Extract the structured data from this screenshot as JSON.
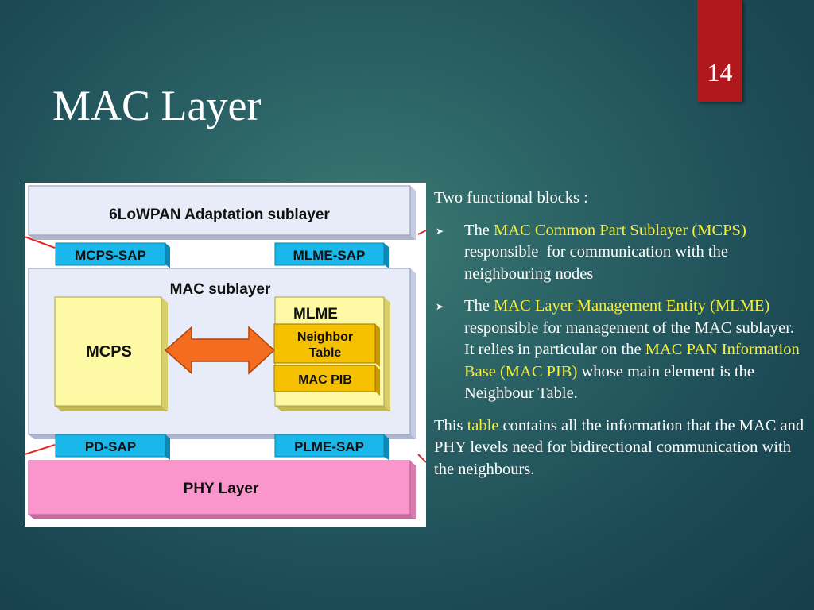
{
  "slide": {
    "number": "14",
    "title": "MAC Layer"
  },
  "diagram": {
    "adaptation_layer": "6LoWPAN Adaptation sublayer",
    "mcps_sap": "MCPS-SAP",
    "mlme_sap": "MLME-SAP",
    "mac_sublayer": "MAC sublayer",
    "mcps": "MCPS",
    "mlme": "MLME",
    "neighbor_table_line1": "Neighbor",
    "neighbor_table_line2": "Table",
    "mac_pib": "MAC PIB",
    "pd_sap": "PD-SAP",
    "plme_sap": "PLME-SAP",
    "phy_layer": "PHY Layer",
    "colors": {
      "box_fill": "#e8ecf8",
      "sap_fill": "#19b7ea",
      "block_fill": "#fdf9a5",
      "mlme_inner_fill": "#f5c000",
      "arrow_fill": "#f36c1f",
      "phy_fill": "#fb96cc",
      "link_red": "#e8262a"
    }
  },
  "content": {
    "intro": "Two functional blocks :",
    "bullet1": {
      "pre": "The ",
      "highlight": "MAC Common Part Sublayer (MCPS)",
      "post": "  responsible  for communication with the neighbouring nodes"
    },
    "bullet2": {
      "pre": "The ",
      "highlight1": "MAC Layer Management Entity (MLME)",
      "mid": " responsible for management of the MAC sublayer. It relies in particular on the ",
      "highlight2": "MAC PAN Information Base (MAC PIB)",
      "post": " whose main element is the Neighbour Table."
    },
    "closing": {
      "pre": "This ",
      "highlight": "table",
      "post": " contains all the information that the MAC and PHY levels need for bidirectional communication with the neighbours."
    },
    "highlight_color": "#f5ee3a"
  }
}
